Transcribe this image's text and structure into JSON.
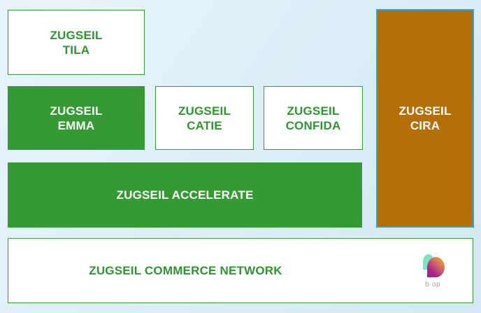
{
  "colors": {
    "bg-light": "#E8F4FB",
    "bg-mid": "#DCEEF8",
    "bg-dark": "#D3E8F4",
    "green": "#369A34",
    "green-text": "#2E9531",
    "orange": "#B56F08",
    "selection-blue": "#33A0D8",
    "box-white": "#FFFFFF",
    "logo-mint": "#79E5C1",
    "logo-magenta": "#A6218E",
    "logo-orange": "#EDA63C",
    "logo-gray": "#9FA0A2"
  },
  "boxes": {
    "tila": {
      "line1": "ZUGSEIL",
      "line2": "TILA"
    },
    "emma": {
      "line1": "ZUGSEIL",
      "line2": "EMMA"
    },
    "catie": {
      "line1": "ZUGSEIL",
      "line2": "CATIE"
    },
    "confida": {
      "line1": "ZUGSEIL",
      "line2": "CONFIDA"
    },
    "cira": {
      "line1": "ZUGSEIL",
      "line2": "CIRA"
    },
    "accelerate": {
      "label": "ZUGSEIL ACCELERATE"
    },
    "commerce": {
      "label": "ZUGSEIL COMMERCE NETWORK"
    }
  },
  "logo": {
    "wordmark": "b·op"
  }
}
